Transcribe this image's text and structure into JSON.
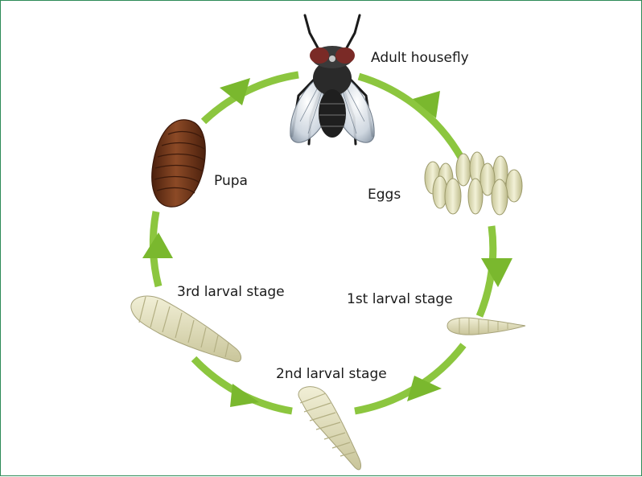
{
  "diagram": {
    "stages": {
      "adult": "Adult housefly",
      "eggs": "Eggs",
      "larva1": "1st larval stage",
      "larva2": "2nd larval stage",
      "larva3": "3rd larval stage",
      "pupa": "Pupa"
    }
  },
  "colors": {
    "cycle_arrow": "#8cc63f",
    "background": "#ffffff",
    "larva": "#e2e0bc",
    "pupa": "#7a3b1e",
    "eggs": "#e4e3b8"
  },
  "icons": [
    "housefly-icon",
    "eggs-icon",
    "larva-icon",
    "pupa-icon"
  ]
}
